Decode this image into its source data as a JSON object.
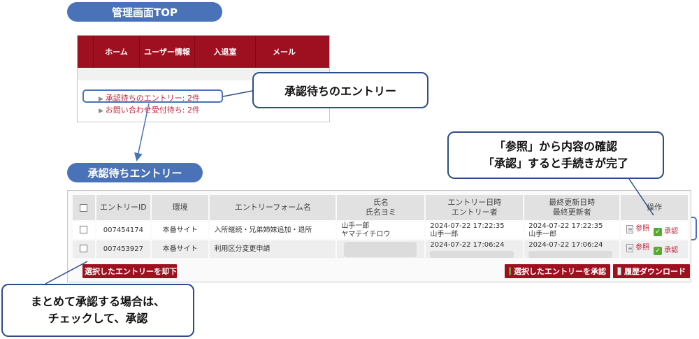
{
  "pills": {
    "admin_top": "管理画面TOP",
    "pending_entries": "承認待ちエントリー"
  },
  "admin": {
    "nav": [
      "ホーム",
      "ユーザー情報",
      "入退室",
      "メール"
    ],
    "links": [
      "承認待ちのエントリー: 2件",
      "お問い合わせ受付待ち: 2件"
    ]
  },
  "callouts": {
    "pending": "承認待ちのエントリー",
    "view_line1": "「参照」から内容の確認",
    "view_line2": "「承認」すると手続きが完了",
    "bulk_line1": "まとめて承認する場合は、",
    "bulk_line2": "チェックして、承認"
  },
  "table": {
    "headers": {
      "id": "エントリーID",
      "env": "環境",
      "form": "エントリーフォーム名",
      "name_line1": "氏名",
      "name_line2": "氏名ヨミ",
      "entry_line1": "エントリー日時",
      "entry_line2": "エントリー者",
      "updated_line1": "最終更新日時",
      "updated_line2": "最終更新者",
      "ops": "操作"
    },
    "rows": [
      {
        "id": "007454174",
        "env": "本番サイト",
        "form": "入所継続・兄弟姉妹追加・退所",
        "name": "山手一郎",
        "kana": "ヤマテイチロウ",
        "entry_at": "2024-07-22 17:22:35",
        "entry_by": "山手一郎",
        "updated_at": "2024-07-22 17:22:35",
        "updated_by": "山手一郎",
        "view": "参照",
        "approve": "承認"
      },
      {
        "id": "007453927",
        "env": "本番サイト",
        "form": "利用区分変更申請",
        "entry_at": "2024-07-22 17:06:24",
        "updated_at": "2024-07-22 17:06:24",
        "view": "参照",
        "approve": "承認"
      }
    ]
  },
  "buttons": {
    "discard": "選択したエントリーを却下",
    "approve": "選択したエントリーを承認",
    "history": "履歴ダウンロード"
  },
  "colors": {
    "accent_blue": "#4a72b8",
    "brand_red": "#9e0f1f",
    "link_red": "#c0243a"
  },
  "icons": [
    "document-icon",
    "thumbs-up-icon"
  ]
}
